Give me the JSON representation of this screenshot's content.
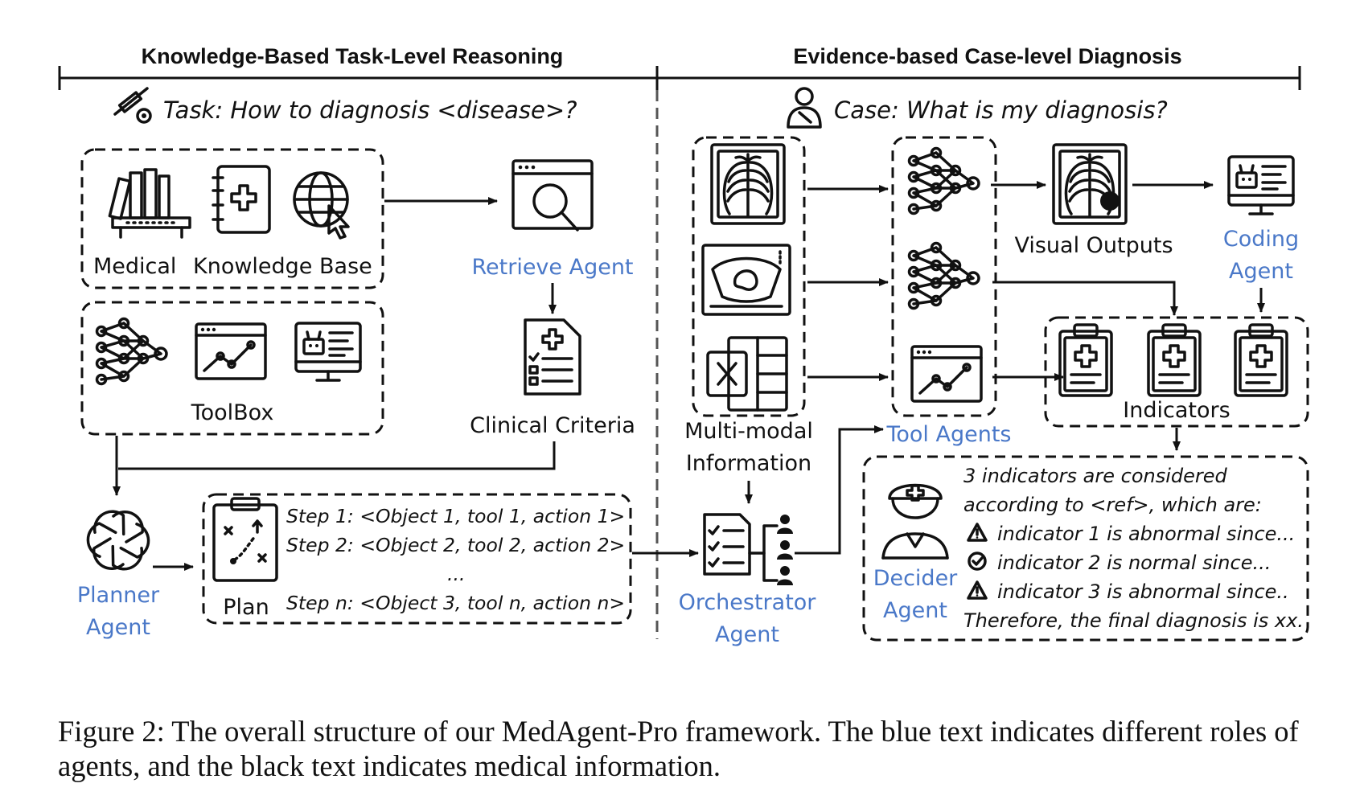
{
  "headers": {
    "left": "Knowledge-Based Task-Level Reasoning",
    "right": "Evidence-based Case-level Diagnosis"
  },
  "task_question": "Task: How to diagnosis <disease>?",
  "case_question": "Case: What is my diagnosis?",
  "knowledge_base": {
    "word1": "Medical",
    "word2": "Knowledge Base"
  },
  "toolbox_label": "ToolBox",
  "retrieve_agent": "Retrieve Agent",
  "clinical_criteria": "Clinical Criteria",
  "planner_agent": [
    "Planner",
    "Agent"
  ],
  "plan": {
    "label": "Plan",
    "steps": [
      "Step 1: <Object 1, tool 1, action 1>",
      "Step 2: <Object 2, tool 2, action 2>",
      "...",
      "Step n: <Object 3, tool n, action n>"
    ]
  },
  "multimodal": [
    "Multi-modal",
    "Information"
  ],
  "orchestrator_agent": [
    "Orchestrator",
    "Agent"
  ],
  "tool_agents": "Tool Agents",
  "visual_outputs": "Visual Outputs",
  "coding_agent": [
    "Coding",
    "Agent"
  ],
  "indicators_label": "Indicators",
  "decider_agent": [
    "Decider",
    "Agent"
  ],
  "decision_text": [
    "3 indicators are considered",
    "according to <ref>, which are:",
    "indicator 1 is abnormal since...",
    "indicator 2 is normal since...",
    "indicator 3 is abnormal since..",
    "Therefore, the final diagnosis is xx."
  ],
  "caption": "Figure 2: The overall structure of our MedAgent-Pro framework. The blue text indicates different roles of agents, and the black text indicates medical information.",
  "colors": {
    "agent_blue": "#4a78c8",
    "ink": "#111111"
  },
  "icons": [
    "syringe-icon",
    "patient-icon",
    "books-icon",
    "medical-book-icon",
    "globe-cursor-icon",
    "search-window-icon",
    "clipboard-checklist-icon",
    "neural-network-icon",
    "line-chart-window-icon",
    "robot-monitor-icon",
    "openai-logo-icon",
    "strategy-clipboard-icon",
    "checklist-team-icon",
    "xray-icon",
    "ultrasound-icon",
    "spreadsheet-icon",
    "xray-lesion-icon",
    "medical-report-icon",
    "doctor-icon",
    "warning-icon",
    "check-circle-icon"
  ]
}
